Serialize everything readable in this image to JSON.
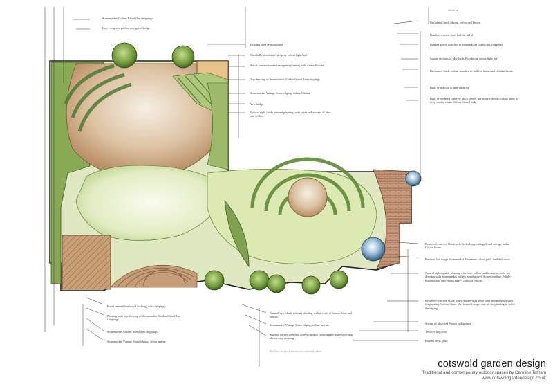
{
  "brand": {
    "name": "cotswold garden design",
    "tagline": "Traditional and contemporary outdoor spaces by Caroline Tatham",
    "url": "www.cotswoldgardendesign.co.uk"
  },
  "corner_text": "drawn at",
  "labels_top_left": [
    "Stonemarket Golden Island flint chippings.",
    "Low evergreen golden variegated hedge."
  ],
  "labels_top_center": [
    "Existing shed re-positioned",
    "Marshalls Woodstone sleepers, colour light buff",
    "Shade tolerant scented evergreen planting with winter flowers",
    "Top dressing of Stonemarket Golden Island flint chippings",
    "Stonemarket Vintage Stone edging, colour Walnut",
    "Yew hedge.",
    "Natural style shade tolerant planting, with scent and accents of blue and yellow."
  ],
  "labels_top_right": [
    "Reclaimed brick edging, colour red brown",
    "Bamboo screens from built-in tall pl",
    "Bonded gravel matched to Stonemarket island flint chippings.",
    "Square sections of Marshalls Woodstone colour light buff.",
    "Reclaimed brick, colour matched to build in horizontal circular bands",
    "Built in pedestal granite table top",
    "Built in rendered concrete block bench, use stone cob seat; colour paint for deep seating under Colour Stone Hush"
  ],
  "labels_bottom_right": [
    "Rendered concrete block, red tile, bathing, with grill and storage under. Colour Stone",
    "Random laid rough Stonemarket Travertine colour gold, tumbled, sawn",
    "Natural style aquatic planting with blue, yellow and bronze accents, top dressing with Stonemarket golden island gravel. Stones medium Pebble-Riddlestones and Stones large Cotswold cobbles",
    "Rendered concrete block water feature with bevel liner and marginal shelf for planting. Colour Stone. Wet bonded copper rim set for planting to softer the edging.",
    "Stream of pleached Prunus sudburiana",
    "Terraced bog area",
    "Bottled beryl glaze"
  ],
  "labels_bottom_left": [
    "Balau smooth hardwood decking, with chippings.",
    "Planting with top dressing of Stonemarket Golden Island flint chippings",
    "Stonemarket Golden Blend flint chippings.",
    "Stonemarket Vintage Stone edging, colour umber."
  ],
  "labels_bottom_center": [
    "Natural style shade tolerant planting with accents of bronze, blue and yellow.",
    "Stonemarket Vintage Stone edging, colour marine",
    "Shallow curved trenches, gravel filled to create a path to the level that allows easy mowing.",
    "Shallow curved trenches for recessed tables"
  ],
  "colors": {
    "lawn": "#d8e6b0",
    "lawn_light": "#f3f6de",
    "planting": "#7ea24e",
    "planting_dark": "#4f7a32",
    "gravel": "#c9a57f",
    "gravel_light": "#efe3d2",
    "deck": "#b48a64",
    "brick": "#b98a6c",
    "water": "#7aa6c9",
    "outline": "#222222"
  }
}
